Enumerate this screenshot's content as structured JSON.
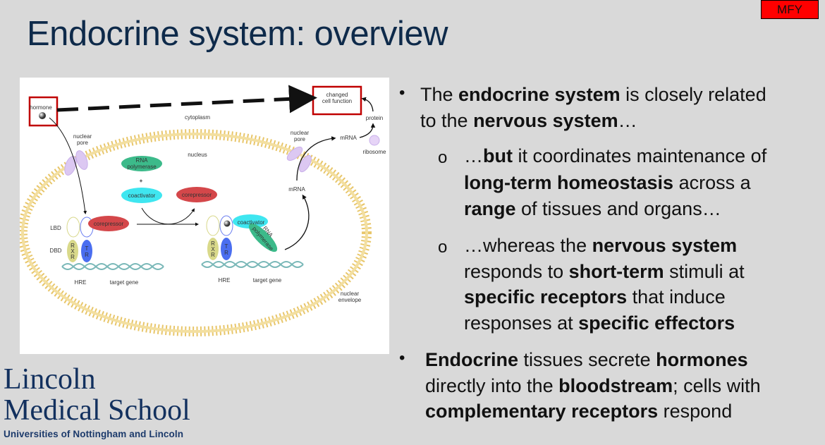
{
  "title": "Endocrine system: overview",
  "badge": "MFY",
  "colors": {
    "title": "#0e2a4a",
    "badge": "#ff0000",
    "highlight_box": "#c00000",
    "membrane": "#e8c66a",
    "logo": "#12305e"
  },
  "figure": {
    "hormone": "hormone",
    "changed": [
      "changed",
      "cell function"
    ],
    "cytoplasm": "cytoplasm",
    "nuclear_pore": [
      "nuclear",
      "pore"
    ],
    "nucleus": "nucleus",
    "rna_polymerase": [
      "RNA",
      "polymerase"
    ],
    "plus": "+",
    "coactivator": "coactivator",
    "corepressor": "corepressor",
    "lbd": "LBD",
    "dbd": "DBD",
    "rxr": [
      "R",
      "X",
      "R"
    ],
    "tr": [
      "T",
      "R"
    ],
    "hre": "HRE",
    "target_gene": "target gene",
    "mrna": "mRNA",
    "protein": "protein",
    "ribosome": "ribosome",
    "nuclear_envelope": [
      "nuclear",
      "envelope"
    ]
  },
  "logo": {
    "line1": "Lincoln",
    "line2": "Medical School",
    "line3": "Universities of Nottingham and Lincoln"
  },
  "bullets": [
    {
      "marker": "•",
      "lines": [
        [
          {
            "t": "The "
          },
          {
            "t": "endocrine system",
            "b": true
          },
          {
            "t": " is closely related"
          }
        ],
        [
          {
            "t": "to the "
          },
          {
            "t": "nervous system",
            "b": true
          },
          {
            "t": "…"
          }
        ]
      ]
    },
    {
      "marker": "o",
      "lines": [
        [
          {
            "t": "…"
          },
          {
            "t": "but",
            "b": true
          },
          {
            "t": " it coordinates maintenance of"
          }
        ],
        [
          {
            "t": "long-term homeostasis",
            "b": true
          },
          {
            "t": " across a"
          }
        ],
        [
          {
            "t": "range",
            "b": true
          },
          {
            "t": " of tissues and organs…"
          }
        ]
      ]
    },
    {
      "marker": "o",
      "lines": [
        [
          {
            "t": "…whereas the "
          },
          {
            "t": "nervous system",
            "b": true
          }
        ],
        [
          {
            "t": "responds to "
          },
          {
            "t": "short-term",
            "b": true
          },
          {
            "t": " stimuli at"
          }
        ],
        [
          {
            "t": "specific receptors",
            "b": true
          },
          {
            "t": " that induce"
          }
        ],
        [
          {
            "t": "responses at "
          },
          {
            "t": "specific effectors",
            "b": true
          }
        ]
      ]
    },
    {
      "marker": "•",
      "lines": [
        [
          {
            "t": "Endocrine",
            "b": true
          },
          {
            "t": " tissues secrete "
          },
          {
            "t": "hormones",
            "b": true
          }
        ],
        [
          {
            "t": "directly into the "
          },
          {
            "t": "bloodstream",
            "b": true
          },
          {
            "t": "; cells with"
          }
        ],
        [
          {
            "t": "complementary receptors",
            "b": true
          },
          {
            "t": " respond"
          }
        ]
      ]
    }
  ]
}
